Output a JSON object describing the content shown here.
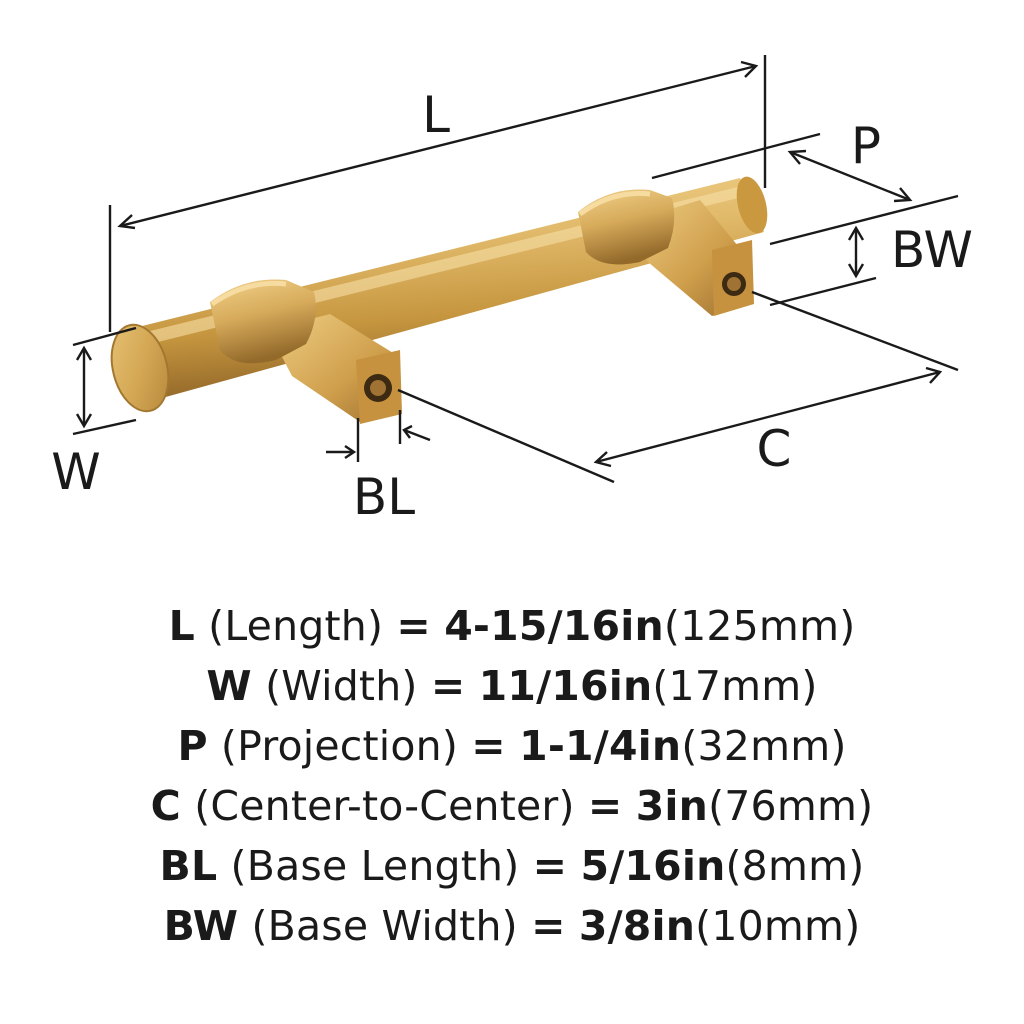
{
  "diagram": {
    "labels": {
      "length": "L",
      "projection": "P",
      "base_width": "BW",
      "width": "W",
      "base_length": "BL",
      "center_to_center": "C"
    },
    "colors": {
      "brass_light": "#f0cf86",
      "brass_mid": "#d3a75a",
      "brass_dark": "#8a6226",
      "line": "#1a1a1a"
    }
  },
  "specs": [
    {
      "sym": "L",
      "name": "(Length)",
      "eq": "=",
      "imperial": "4-15/16in",
      "metric": "(125mm)"
    },
    {
      "sym": "W",
      "name": "(Width)",
      "eq": "=",
      "imperial": "11/16in",
      "metric": "(17mm)"
    },
    {
      "sym": "P",
      "name": "(Projection)",
      "eq": "=",
      "imperial": "1-1/4in",
      "metric": "(32mm)"
    },
    {
      "sym": "C",
      "name": "(Center-to-Center)",
      "eq": "=",
      "imperial": "3in",
      "metric": "(76mm)"
    },
    {
      "sym": "BL",
      "name": "(Base Length)",
      "eq": "=",
      "imperial": "5/16in",
      "metric": "(8mm)"
    },
    {
      "sym": "BW",
      "name": "(Base Width)",
      "eq": "=",
      "imperial": "3/8in",
      "metric": "(10mm)"
    }
  ]
}
